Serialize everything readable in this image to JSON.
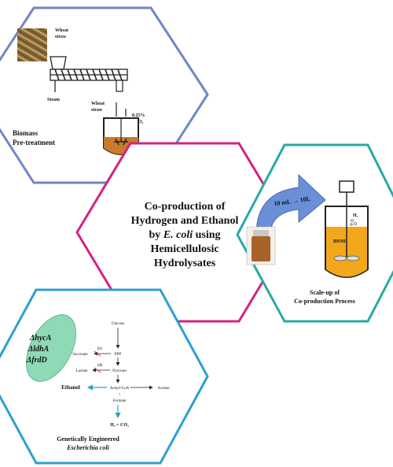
{
  "colors": {
    "blue_hex": "#6f86c7",
    "magenta_hex": "#d4237e",
    "teal_hex": "#2aa9a4",
    "cyan_hex": "#2e9fd1",
    "reactor_orange": "#f2a81a",
    "arrow_blue": "#6b8fd6",
    "cell_green": "#8fd9b6"
  },
  "center": {
    "line1": "Co-production of",
    "line2": "Hydrogen and Ethanol",
    "line3_pre": "by ",
    "line3_italic": "E. coli",
    "line3_post": " using",
    "line4": "Hemicellulosic",
    "line5": "Hydrolysates"
  },
  "top_left": {
    "wheat_straw_1": "Wheat",
    "wheat_straw_2": "straw",
    "steam": "Steam",
    "wheat_straw_out_1": "Wheat",
    "wheat_straw_out_2": "straw",
    "acid_1": "0.25%",
    "acid_2": "H₂SO₄",
    "caption_1": "Biomass",
    "caption_2": "Pre-treatment"
  },
  "right": {
    "scale_label": "10 mL → 10L",
    "bioh_label": "BIOH",
    "h2_label": "H₂",
    "caption_1": "Scale-up of",
    "caption_2": "Co-production Process"
  },
  "bottom_left": {
    "mutation_1": "ΔhycA",
    "mutation_2": "ΔldhA",
    "mutation_3": "ΔfrdD",
    "glucose": "Glucose",
    "ppp": "PPP",
    "succinate": "Succinate",
    "lactate": "Lactate",
    "pyruvate": "Pyruvate",
    "frd": "frd",
    "ldh": "ldh",
    "ethanol": "Ethanol",
    "acetyl_coa": "Acetyl-CoA",
    "plus": "+",
    "formate": "Formate",
    "acetate": "Acetate",
    "h2_co2": "H₂ + CO₂",
    "caption_1": "Genetically Engineered",
    "caption_2": "Escherichia coli"
  }
}
